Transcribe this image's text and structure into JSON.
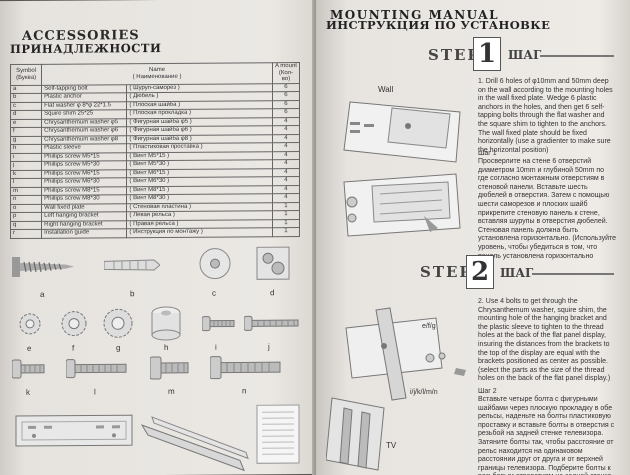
{
  "left": {
    "title": "ACCESSORIES",
    "subtitle": "ПРИНАДЛЕЖНОСТИ",
    "table": {
      "headers": {
        "symbol": "Symbol\n(Буквa)",
        "name": "Name",
        "name_ru": "( Наименование )",
        "amount": "A mount\n(Кол-во)"
      },
      "rows": [
        {
          "sym": "a",
          "en": "Self-tapping bolt",
          "ru": "( Шуруп-саморез )",
          "amt": "6"
        },
        {
          "sym": "b",
          "en": "Plastic anchor",
          "ru": "( Дюбель )",
          "amt": "6"
        },
        {
          "sym": "c",
          "en": "Flat washer φ 8*φ 22*1.5",
          "ru": "( Плоская шайба )",
          "amt": "6"
        },
        {
          "sym": "d",
          "en": "Squire shim 25*25",
          "ru": "( Плоская прокладка )",
          "amt": "6"
        },
        {
          "sym": "e",
          "en": "Chrysanthemum washer φ5",
          "ru": "( Фигурная шайба φ5 )",
          "amt": "4"
        },
        {
          "sym": "f",
          "en": "Chrysanthemum washer φ6",
          "ru": "( Фигурная шайба φ6 )",
          "amt": "4"
        },
        {
          "sym": "g",
          "en": "Chrysanthemum washer φ8",
          "ru": "( Фигурная шайба φ8 )",
          "amt": "4"
        },
        {
          "sym": "h",
          "en": "Plastic sleeve",
          "ru": "( Пластиковая проставка )",
          "amt": "4"
        },
        {
          "sym": "i",
          "en": "Phillips screw M5*15",
          "ru": "( Винт M5*15 )",
          "amt": "4"
        },
        {
          "sym": "j",
          "en": "Phillips screw M5*30",
          "ru": "( Винт M5*30 )",
          "amt": "4"
        },
        {
          "sym": "k",
          "en": "Phillips screw M6*15",
          "ru": "( Винт M6*15 )",
          "amt": "4"
        },
        {
          "sym": "l",
          "en": "Phillips screw M6*30",
          "ru": "( Винт M6*30 )",
          "amt": "4"
        },
        {
          "sym": "m",
          "en": "Phillips screw M8*15",
          "ru": "( Винт M8*15 )",
          "amt": "4"
        },
        {
          "sym": "n",
          "en": "Phillips screw M8*30",
          "ru": "( Винт M8*30 )",
          "amt": "4"
        },
        {
          "sym": "o",
          "en": "Wall fixed plate",
          "ru": "( Стеновая пластина )",
          "amt": "1"
        },
        {
          "sym": "p",
          "en": "Left hanging bracket",
          "ru": "( Левая рельса )",
          "amt": "1"
        },
        {
          "sym": "q",
          "en": "Right hanging bracket",
          "ru": "( Правая рельса )",
          "amt": "1"
        },
        {
          "sym": "r",
          "en": "Installation guide",
          "ru": "( Инструкция по монтажу )",
          "amt": "1"
        }
      ]
    },
    "part_labels": [
      "a",
      "b",
      "c",
      "d",
      "e",
      "f",
      "g",
      "h",
      "i",
      "j",
      "k",
      "l",
      "m",
      "n"
    ]
  },
  "right": {
    "title": "MOUNTING MANUAL",
    "subtitle": "ИНСТРУКЦИЯ ПО УСТАНОВКЕ",
    "step1": {
      "word": "STEP",
      "num": "1",
      "ru": "ШАГ",
      "text_en": "1. Drill 6 holes of φ10mm and 50mm deep on the wall according to the mounting holes in the wall fixed plate. Wedge 6 plastic anchors in the holes, and then get 6 self-tapping bolts through the flat washer and the square shim to tighten to the anchors. The wall fixed plate should be fixed horizontally (use a gradienter to make sure the horizontal position)",
      "text_ru_title": "Шаг 1",
      "text_ru": "Просверлите на стене 6 отверстий диаметром 10mm и глубиной 50mm по где согласно монтажным отверстиям в стеновой панели. Вставьте шесть дюбелей в отверстия. Затем с помощью шести саморезов и плоских шайб прикрепите стеновую панель к стене, вставляя шурупы в отверстия дюбелей. Стеновая панель должна быть установлена горизонтально. (Используйте уровень, чтобы убедиться в том, что панель установлена горизонтально",
      "fig_wall": "Wall"
    },
    "step2": {
      "word": "STEP",
      "num": "2",
      "ru": "ШАГ",
      "text_en": "2. Use 4 bolts to get through the Chrysanthemum washer, squire shim, the mounting hole of the hanging bracket and the plastic sleeve to tighten to the thread holes at the back of the flat panel display, insuring the distances from the brackets to the top of the display are equal with the brackets positioned as center as possible. (select the parts as the size of the thread holes on the back of the flat panel display.)",
      "text_ru_title": "Шаг 2",
      "text_ru": "Вставьте четыре болта с фигурными шайбами через плоскую прокладку в обе рельсы, наденьте на болты пластиковую проставку и вставьте болты в отверстия с резьбой на задней стенке телевизора. Затяните болты так, чтобы расстояние от рельс находится на одинаковом расстоянии друг от друга и от верхней границы телевизора. Подберите болты к резьбовым отверстиям на задней стенке телевизора и вставьте ориентиром.",
      "fig_efg": "e/f/g",
      "fig_ijkl": "i/j/k/l/m/n",
      "fig_tv": "TV"
    }
  }
}
